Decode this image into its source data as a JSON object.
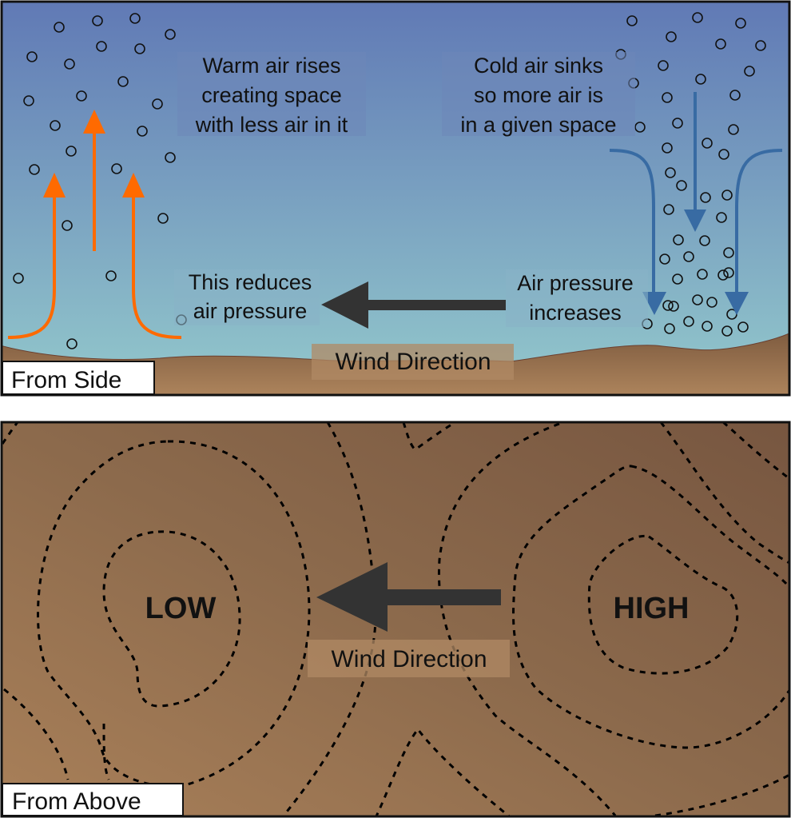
{
  "side_panel": {
    "caption": "From Side",
    "warm_text": [
      "Warm air rises",
      "creating space",
      "with less air in it"
    ],
    "cold_text": [
      "Cold air sinks",
      "so more air is",
      "in a given space"
    ],
    "reduces_text": [
      "This reduces",
      "air pressure"
    ],
    "increases_text": [
      "Air pressure",
      "increases"
    ],
    "wind_label": "Wind Direction"
  },
  "above_panel": {
    "caption": "From Above",
    "low_label": "LOW",
    "high_label": "HIGH",
    "wind_label": "Wind Direction"
  },
  "colors": {
    "sky_top": "#6079b5",
    "sky_bottom": "#93c7cc",
    "ground_top": "#876448",
    "ground_bottom": "#a97f58",
    "warm_arrow": "#ff6a00",
    "cold_arrow": "#386ba3",
    "wind_arrow": "#333333",
    "map_dark": "#7a5a42",
    "map_light": "#a87c55"
  }
}
